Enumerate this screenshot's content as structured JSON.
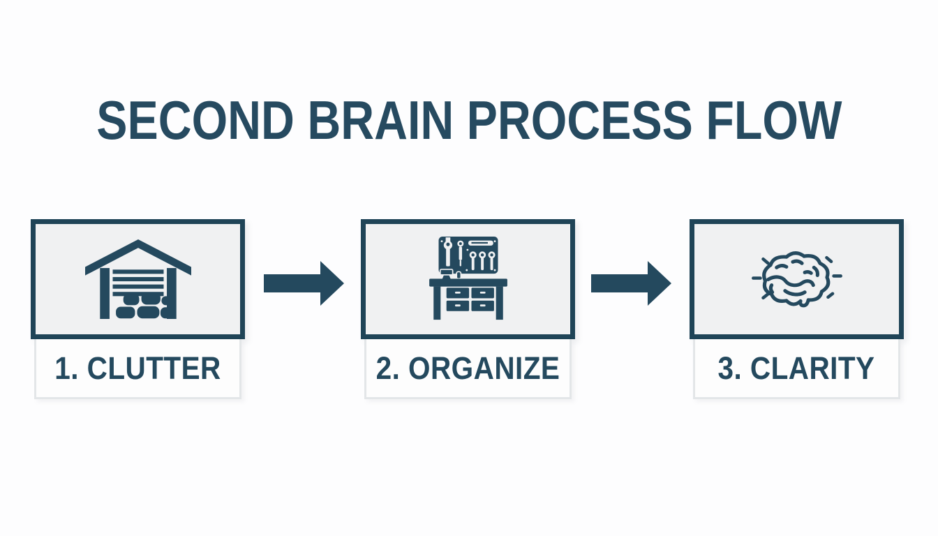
{
  "title": "SECOND BRAIN PROCESS FLOW",
  "steps": [
    {
      "label": "1. CLUTTER",
      "icon": "garage-clutter-icon"
    },
    {
      "label": "2. ORGANIZE",
      "icon": "workbench-tools-icon"
    },
    {
      "label": "3. CLARITY",
      "icon": "brain-sparkle-icon"
    }
  ],
  "connectors": [
    {
      "icon": "arrow-right-icon"
    },
    {
      "icon": "arrow-right-icon"
    }
  ],
  "colors": {
    "background": "#fdfdfe",
    "accent": "#24495e",
    "title_text": "#264a60",
    "box_fill": "#f0f1f2",
    "box_border": "#1f4457",
    "label_bg": "#fdfdfd",
    "label_border": "#e3e6e8"
  }
}
